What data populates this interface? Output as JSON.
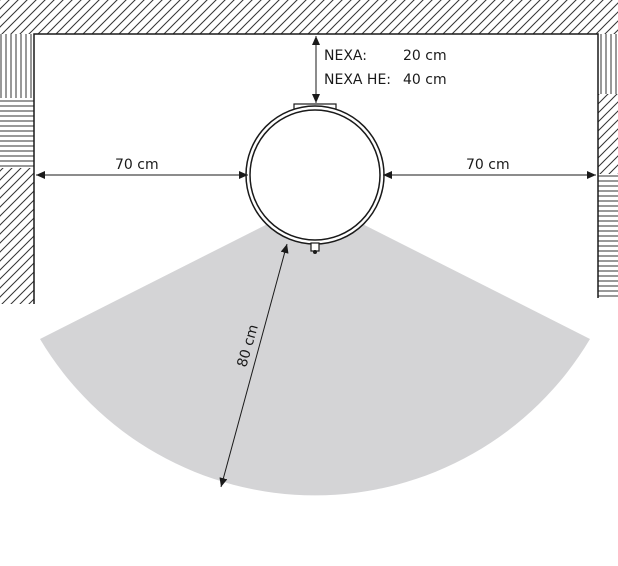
{
  "top_label": {
    "model_a": "NEXA:",
    "model_a_value": "20 cm",
    "model_b": "NEXA HE:",
    "model_b_value": "40 cm"
  },
  "left_distance": "70 cm",
  "right_distance": "70 cm",
  "radius_label": "80 cm",
  "colors": {
    "wall_hatch": "#333333",
    "zone_fill": "#d4d4d6",
    "line": "#1a1a1a",
    "background": "#ffffff"
  }
}
